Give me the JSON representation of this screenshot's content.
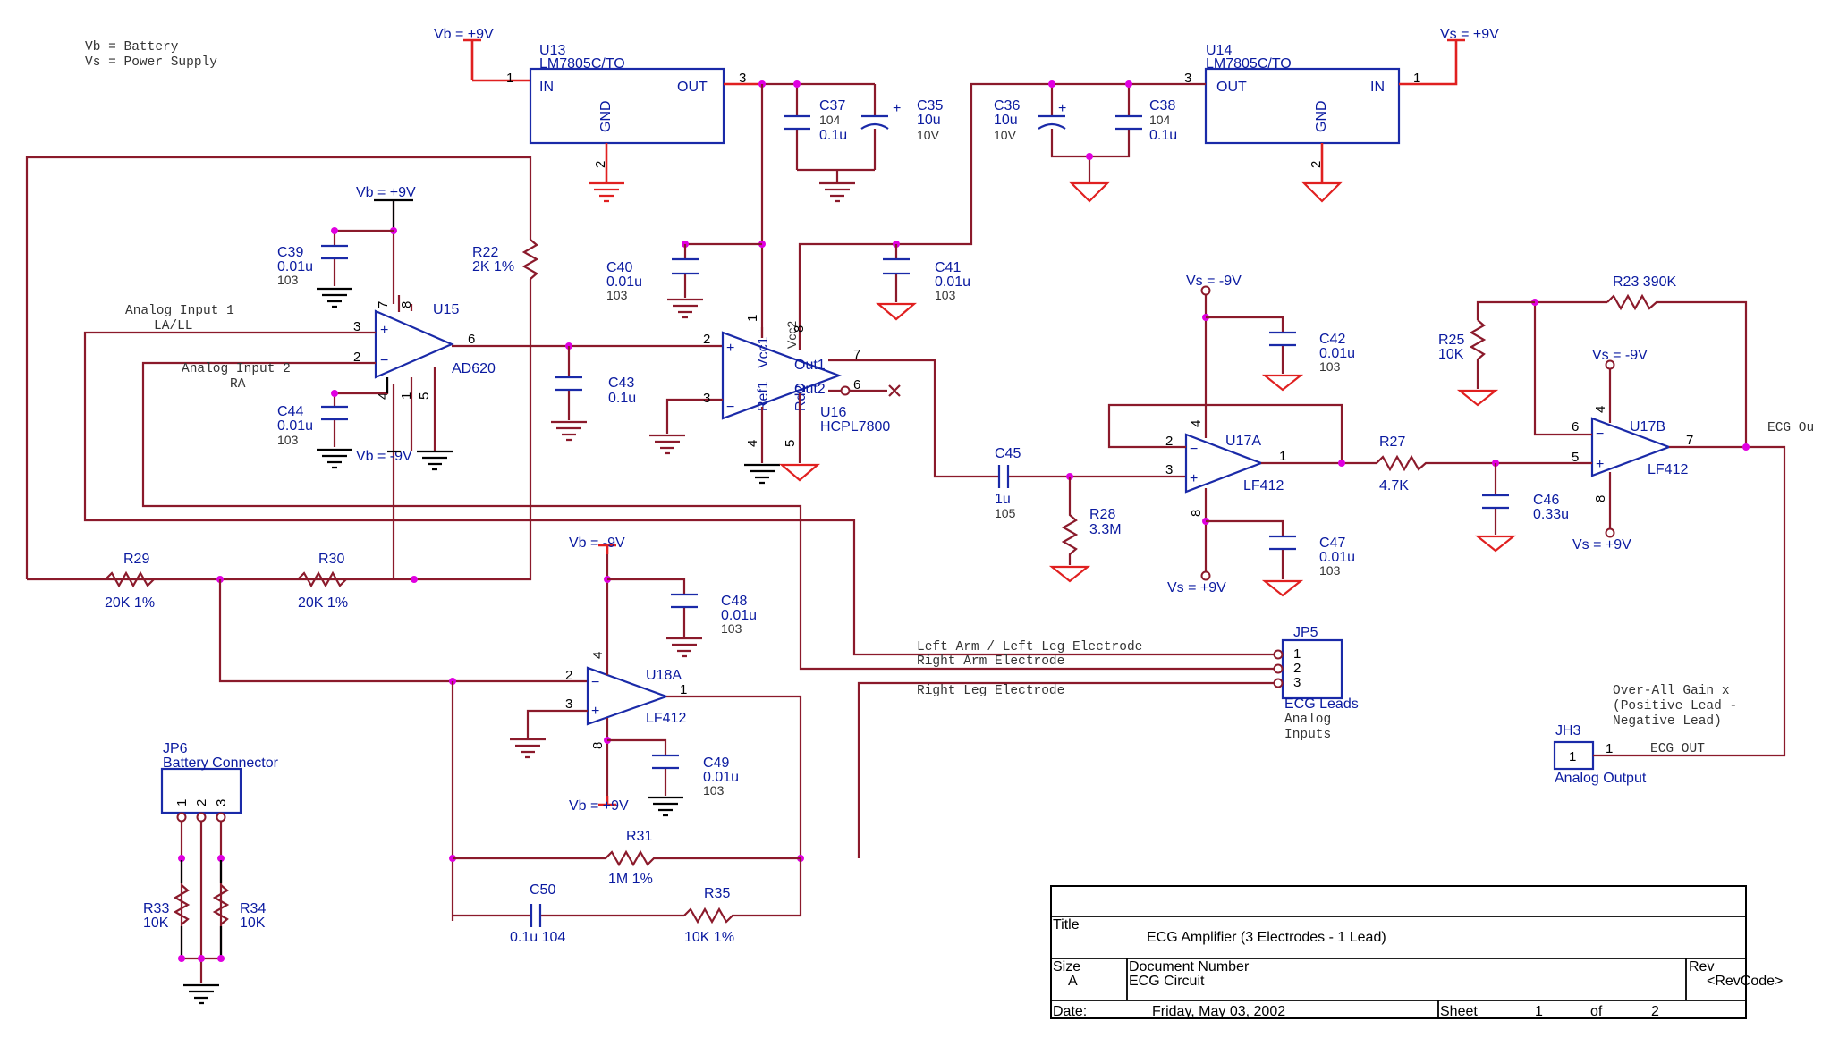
{
  "legend": [
    "Vb = Battery",
    "Vs = Power Supply"
  ],
  "power": {
    "vb_p9": "Vb = +9V",
    "vb_m9": "Vb = -9V",
    "vs_p9": "Vs = +9V",
    "vs_m9": "Vs = -9V"
  },
  "regulators": {
    "u13": {
      "ref": "U13",
      "part": "LM7805C/TO",
      "in": "IN",
      "out": "OUT",
      "gnd": "GND"
    },
    "u14": {
      "ref": "U14",
      "part": "LM7805C/TO",
      "in": "IN",
      "out": "OUT",
      "gnd": "GND"
    }
  },
  "ics": {
    "u15": {
      "ref": "U15",
      "part": "AD620"
    },
    "u16": {
      "ref": "U16",
      "part": "HCPL7800",
      "pins": [
        "Ref1",
        "Vcc1",
        "Vcc2",
        "Out1",
        "Rd2",
        "Out2"
      ]
    },
    "u17a": {
      "ref": "U17A",
      "part": "LF412"
    },
    "u17b": {
      "ref": "U17B",
      "part": "LF412"
    },
    "u18a": {
      "ref": "U18A",
      "part": "LF412"
    }
  },
  "capacitors": {
    "c35": {
      "ref": "C35",
      "val": "10u",
      "code": "10V"
    },
    "c36": {
      "ref": "C36",
      "val": "10u",
      "code": "10V"
    },
    "c37": {
      "ref": "C37",
      "val": "0.1u",
      "code": "104"
    },
    "c38": {
      "ref": "C38",
      "val": "0.1u",
      "code": "104"
    },
    "c39": {
      "ref": "C39",
      "val": "0.01u",
      "code": "103"
    },
    "c40": {
      "ref": "C40",
      "val": "0.01u",
      "code": "103"
    },
    "c41": {
      "ref": "C41",
      "val": "0.01u",
      "code": "103"
    },
    "c42": {
      "ref": "C42",
      "val": "0.01u",
      "code": "103"
    },
    "c43": {
      "ref": "C43",
      "val": "0.1u"
    },
    "c44": {
      "ref": "C44",
      "val": "0.01u",
      "code": "103"
    },
    "c45": {
      "ref": "C45",
      "val": "1u",
      "code": "105"
    },
    "c46": {
      "ref": "C46",
      "val": "0.33u"
    },
    "c47": {
      "ref": "C47",
      "val": "0.01u",
      "code": "103"
    },
    "c48": {
      "ref": "C48",
      "val": "0.01u",
      "code": "103"
    },
    "c49": {
      "ref": "C49",
      "val": "0.01u",
      "code": "103"
    },
    "c50": {
      "ref": "C50",
      "val": "0.1u  104"
    }
  },
  "resistors": {
    "r22": {
      "ref": "R22",
      "val": "2K 1%"
    },
    "r23": {
      "ref": "R23 390K"
    },
    "r25": {
      "ref": "R25",
      "val": "10K"
    },
    "r27": {
      "ref": "R27",
      "val": "4.7K"
    },
    "r28": {
      "ref": "R28",
      "val": "3.3M"
    },
    "r29": {
      "ref": "R29",
      "val": "20K 1%"
    },
    "r30": {
      "ref": "R30",
      "val": "20K 1%"
    },
    "r31": {
      "ref": "R31",
      "val": "1M 1%"
    },
    "r33": {
      "ref": "R33",
      "val": "10K"
    },
    "r34": {
      "ref": "R34",
      "val": "10K"
    },
    "r35": {
      "ref": "R35",
      "val": "10K 1%"
    }
  },
  "signals": {
    "ain1": "Analog Input 1",
    "ain1_sub": "LA/LL",
    "ain2": "Analog Input 2",
    "ain2_sub": "RA",
    "left_arm": "Left Arm / Left Leg Electrode",
    "right_arm": "Right Arm Electrode",
    "right_leg": "Right Leg Electrode",
    "ecg_out_net": "ECG Ou",
    "ecg_out_label": "ECG OUT",
    "gain_note": [
      "Over-All Gain x",
      "(Positive Lead -",
      "Negative Lead)"
    ]
  },
  "connectors": {
    "jp5": {
      "ref": "JP5",
      "name": "ECG Leads",
      "desc": [
        "Analog",
        "Inputs"
      ],
      "pins": [
        "1",
        "2",
        "3"
      ]
    },
    "jp6": {
      "ref": "JP6",
      "name": "Battery Connector",
      "pins": [
        "1",
        "2",
        "3"
      ]
    },
    "jh3": {
      "ref": "JH3",
      "name": "Analog Output",
      "pin": "1"
    }
  },
  "title_block": {
    "title_label": "Title",
    "title": "ECG Amplifier  (3 Electrodes - 1 Lead)",
    "size_label": "Size",
    "size": "A",
    "docnum_label": "Document Number",
    "docnum": "ECG Circuit",
    "rev_label": "Rev",
    "rev": "<RevCode>",
    "date_label": "Date:",
    "date": "Friday, May 03, 2002",
    "sheet_label": "Sheet",
    "sheet": "1",
    "of_label": "of",
    "of": "2"
  }
}
